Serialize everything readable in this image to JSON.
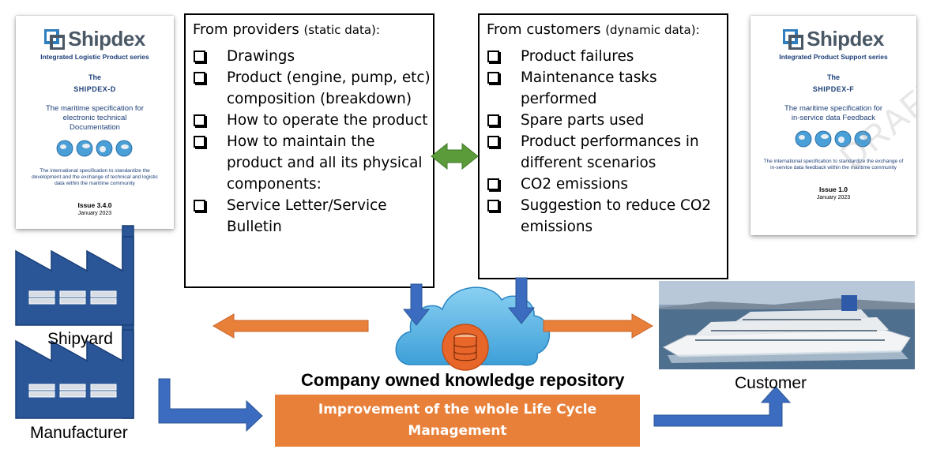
{
  "doc_left": {
    "logo": "Shipdex",
    "series": "Integrated Logistic Product series",
    "the": "The",
    "code": "SHIPDEX-D",
    "spec_line1": "The maritime specification for",
    "spec_line2": "electronic technical",
    "spec_line3": "Documentation",
    "intl": "The international specification to standardize the development and the exchange of technical and logistic data within the maritime community",
    "issue": "Issue 3.4.0",
    "date": "January 2023"
  },
  "doc_right": {
    "logo": "Shipdex",
    "series": "Integrated Product Support series",
    "the": "The",
    "code": "SHIPDEX-F",
    "spec_line1": "The maritime specification for",
    "spec_line2": "in-service data Feedback",
    "watermark": "DRAFT",
    "intl": "The international specification to standardize the exchange of in-service data feedback within the maritime community",
    "issue": "Issue 1.0",
    "date": "January 2023"
  },
  "providers": {
    "header": "From providers",
    "qualifier": "(static data):",
    "items": [
      "Drawings",
      "Product (engine, pump, etc) composition (breakdown)",
      "How to operate the product",
      "How to maintain the product and all its physical components:",
      "Service Letter/Service Bulletin"
    ]
  },
  "customers": {
    "header": "From customers",
    "qualifier": "(dynamic data):",
    "items": [
      "Product failures",
      "Maintenance tasks performed",
      "Spare parts used",
      "Product performances in different scenarios",
      "CO2 emissions",
      "Suggestion to reduce CO2 emissions"
    ]
  },
  "labels": {
    "shipyard": "Shipyard",
    "manufacturer": "Manufacturer",
    "customer": "Customer",
    "repository": "Company owned knowledge repository",
    "improvement_line1": "Improvement of the whole Life Cycle",
    "improvement_line2": "Management"
  },
  "colors": {
    "factory_blue": "#2a5596",
    "arrow_blue": "#3c6cc0",
    "arrow_orange": "#e8803a",
    "arrow_green": "#5b9b3a",
    "cloud_blue": "#5ab4e6",
    "db_orange": "#e8662a"
  }
}
